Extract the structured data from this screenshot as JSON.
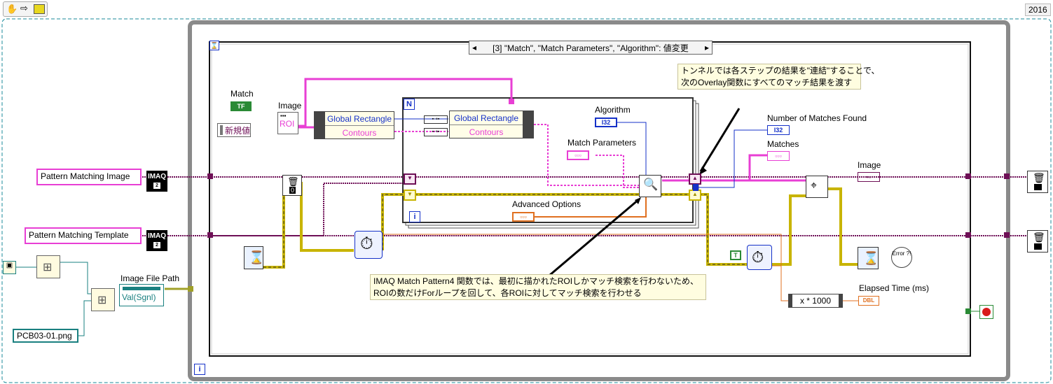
{
  "toolbar": {
    "version": "2016"
  },
  "case_selector": {
    "label": "[3] \"Match\", \"Match Parameters\", \"Algorithm\": 値変更"
  },
  "controls": {
    "pattern_image": "Pattern Matching Image",
    "pattern_template": "Pattern Matching Template",
    "image_file_path_label": "Image File Path",
    "val_sgnl": "Val(Sgnl)",
    "file_name": "PCB03-01.png",
    "match_label": "Match",
    "match_tf": "TF",
    "new_value": "新規値",
    "image_label": "Image",
    "roi": "ROI",
    "for_loop_n": "N",
    "global_rect": "Global Rectangle",
    "contours": "Contours",
    "algorithm_label": "Algorithm",
    "algorithm_type": "I32",
    "match_params_label": "Match Parameters",
    "advanced_options_label": "Advanced Options",
    "num_matches_label": "Number of Matches Found",
    "num_matches_type": "I32",
    "matches_label": "Matches",
    "image_out_label": "Image",
    "elapsed_label": "Elapsed Time (ms)",
    "elapsed_type": "DBL",
    "multiply": "x * 1000",
    "loop_index": "i",
    "imaq_label": "IMAQ",
    "bool_true": "T",
    "zero_const": "0",
    "error_text": "Error ?!"
  },
  "comments": {
    "top_right_1": "トンネルでは各ステップの結果を\"連結\"することで、",
    "top_right_2": "次のOverlay関数にすべてのマッチ結果を渡す",
    "bottom_1": "IMAQ Match Pattern4 関数では、最初に描かれたROIしかマッチ検索を行わないため、",
    "bottom_2": "ROIの数だけForループを回して、各ROIに対してマッチ検索を行わせる"
  },
  "colors": {
    "image_wire": "#6e0f56",
    "pink": "#e83fd4",
    "blue": "#1531c8",
    "error_wire": "#c8b400",
    "teal": "#1a8080",
    "orange": "#e07020"
  }
}
